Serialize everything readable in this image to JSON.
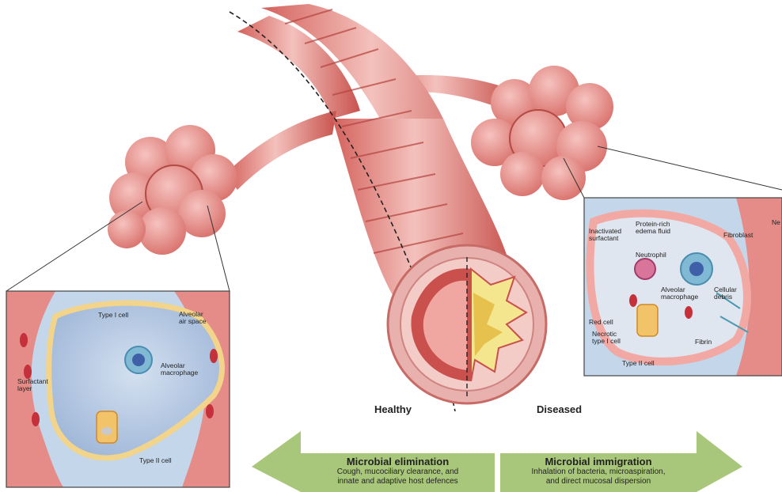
{
  "left_inset": {
    "labels": {
      "type1": "Type I cell",
      "air_space": "Alveolar\nair space",
      "macrophage": "Alveolar\nmacrophage",
      "surfactant": "Surfactant\nlayer",
      "type2": "Type II cell"
    }
  },
  "right_inset": {
    "labels": {
      "inact": "Inactivated\nsurfactant",
      "edema": "Protein-rich\nedema fluid",
      "fibroblast": "Fibroblast",
      "ne": "Ne",
      "neutrophil": "Neutrophil",
      "macrophage": "Alveolar\nmacrophage",
      "debris": "Cellular\ndebris",
      "red": "Red cell",
      "necrotic": "Necrotic\ntype I cell",
      "fibrin": "Fibrin",
      "type2": "Type II cell"
    }
  },
  "states": {
    "healthy": "Healthy",
    "diseased": "Diseased"
  },
  "arrows": {
    "left": {
      "title": "Microbial elimination",
      "desc": "Cough, mucociliary clearance, and\ninnate and adaptive host defences",
      "color": "#a9c77a"
    },
    "right": {
      "title": "Microbial immigration",
      "desc": "Inhalation of bacteria, microaspiration,\nand direct mucosal dispersion",
      "color": "#a9c77a"
    }
  },
  "colors": {
    "tissue": "#e89a96",
    "tissue_dark": "#c9504d",
    "alveolus_fluid": "#b8cce6",
    "membrane": "#f2d48a"
  }
}
